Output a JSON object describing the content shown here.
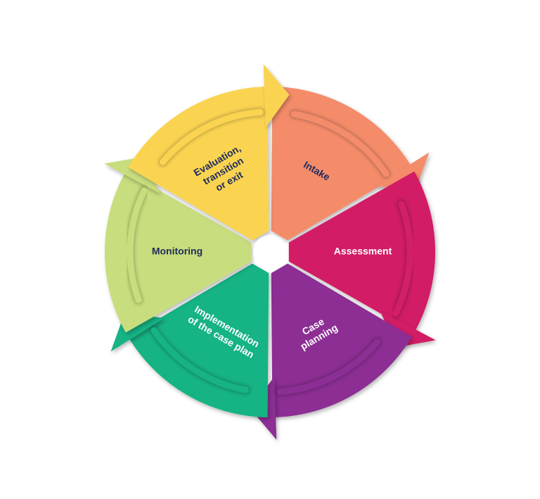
{
  "diagram": {
    "segments": [
      {
        "id": "intake",
        "label_lines": [
          "Intake"
        ],
        "color": "#F48C6B",
        "text_color": "#1F2B5C"
      },
      {
        "id": "assessment",
        "label_lines": [
          "Assessment"
        ],
        "color": "#D21F66",
        "text_color": "#FFFFFF"
      },
      {
        "id": "case-planning",
        "label_lines": [
          "Case",
          "planning"
        ],
        "color": "#8C2F94",
        "text_color": "#FFFFFF"
      },
      {
        "id": "implementation",
        "label_lines": [
          "Implementation",
          "of the case plan"
        ],
        "color": "#17B384",
        "text_color": "#FFFFFF"
      },
      {
        "id": "monitoring",
        "label_lines": [
          "Monitoring"
        ],
        "color": "#C8DD7D",
        "text_color": "#1F2B5C"
      },
      {
        "id": "evaluation",
        "label_lines": [
          "Evaluation,",
          "transition",
          "or exit"
        ],
        "color": "#FAD451",
        "text_color": "#1F2B5C"
      }
    ],
    "hub_color": "#FFFFFF"
  }
}
